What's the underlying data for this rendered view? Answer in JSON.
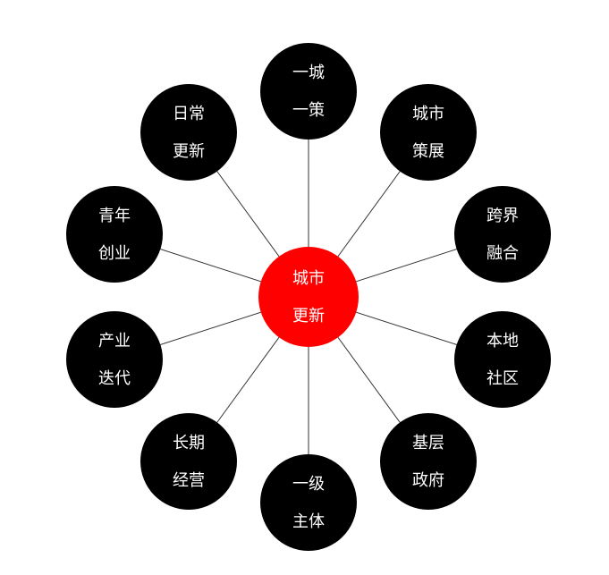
{
  "colors": {
    "background": "#ffffff",
    "center_fill": "#ff0000",
    "node_fill": "#000000",
    "text": "#ffffff",
    "line": "#333333"
  },
  "center": {
    "line1": "城市",
    "line2": "更新"
  },
  "nodes": [
    {
      "line1": "一城",
      "line2": "一策"
    },
    {
      "line1": "城市",
      "line2": "策展"
    },
    {
      "line1": "跨界",
      "line2": "融合"
    },
    {
      "line1": "本地",
      "line2": "社区"
    },
    {
      "line1": "基层",
      "line2": "政府"
    },
    {
      "line1": "一级",
      "line2": "主体"
    },
    {
      "line1": "长期",
      "line2": "经营"
    },
    {
      "line1": "产业",
      "line2": "迭代"
    },
    {
      "line1": "青年",
      "line2": "创业"
    },
    {
      "line1": "日常",
      "line2": "更新"
    }
  ]
}
